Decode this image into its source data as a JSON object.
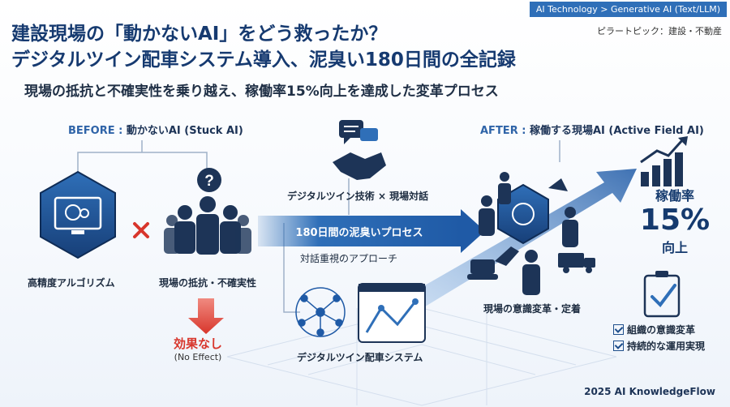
{
  "header": {
    "title_line1": "建設現場の「動かないAI」をどう救ったか？",
    "title_line2": "デジタルツイン配車システム導入、泥臭い180日間の全記録",
    "subtitle": "現場の抵抗と不確実性を乗り越え、稼働率15%向上を達成した変革プロセス",
    "category_tag": "AI Technology > Generative AI (Text/LLM)",
    "industry_tag": "ピラートピック：建設・不動産"
  },
  "before": {
    "heading_prefix": "BEFORE : ",
    "heading": "動かないAI (Stuck AI)",
    "algorithm_label": "高精度アルゴリズム",
    "resistance_label": "現場の抵抗・不確実性",
    "no_effect": "効果なし",
    "no_effect_en": "(No Effect)"
  },
  "process": {
    "tech_label": "デジタルツイン技術 × 現場対話",
    "banner": "180日間の泥臭いプロセス",
    "approach_label": "対話重視のアプローチ",
    "system_label": "デジタルツイン配車システム"
  },
  "after": {
    "heading_prefix": "AFTER : ",
    "heading": "稼働する現場AI (Active Field AI)",
    "change_label": "現場の意識変革・定着",
    "rate_label": "稼働率",
    "rate_value": "15%",
    "rate_suffix": "向上",
    "checks": [
      "組織の意識変革",
      "持続的な運用実現"
    ]
  },
  "footer": {
    "credit": "2025 AI KnowledgeFlow"
  },
  "colors": {
    "primary": "#163a70",
    "accent": "#2f6fb8",
    "warning": "#d8362c"
  },
  "icons": [
    "brain-monitor-icon",
    "question-bubble-icon",
    "chat-bubble-icon",
    "handshake-icon",
    "network-icon",
    "map-tablet-icon",
    "bar-chart-icon",
    "clipboard-check-icon",
    "excavator-icon",
    "truck-icon"
  ]
}
